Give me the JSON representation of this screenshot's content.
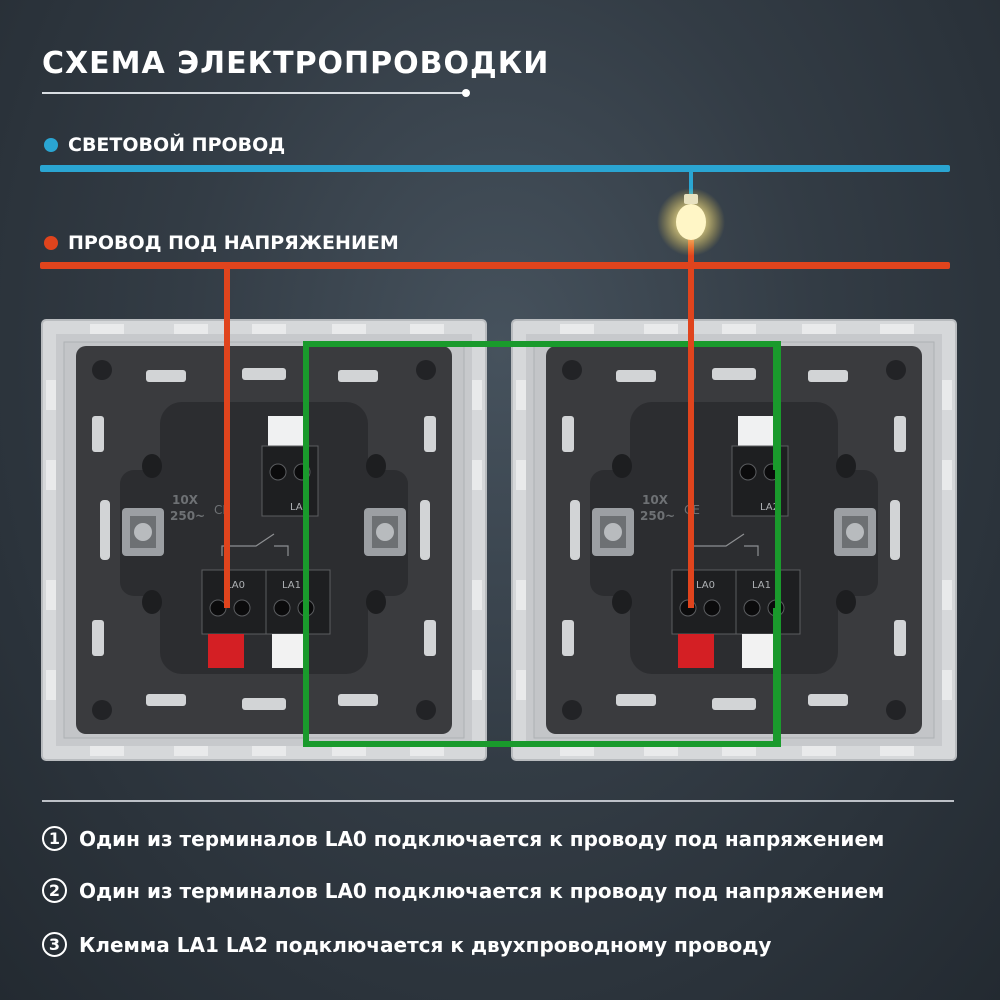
{
  "title": "СХЕМА ЭЛЕКТРОПРОВОДКИ",
  "legend": {
    "light_wire": "СВЕТОВОЙ ПРОВОД",
    "live_wire": "ПРОВОД ПОД НАПРЯЖЕНИЕМ"
  },
  "colors": {
    "light_wire": "#2aa5d2",
    "live_wire": "#e0441d",
    "traveler_wire": "#1a9a2c",
    "switch_body": "#2c2d30",
    "frame": "#d6d8da"
  },
  "switches": [
    {
      "terminals": [
        "LA0",
        "LA1",
        "LA2"
      ],
      "rating_line1": "10X",
      "rating_line2": "250~",
      "mark": "CE"
    },
    {
      "terminals": [
        "LA0",
        "LA1",
        "LA2"
      ],
      "rating_line1": "10X",
      "rating_line2": "250~",
      "mark": "CE"
    }
  ],
  "lamp_icon": "light-bulb-icon",
  "notes": [
    {
      "num": "1",
      "text": "Один из терминалов LA0 подключается к проводу под напряжением"
    },
    {
      "num": "2",
      "text": "Один из терминалов LA0 подключается к проводу под напряжением"
    },
    {
      "num": "3",
      "text": "Клемма LA1 LA2 подключается к двухпроводному проводу"
    }
  ]
}
